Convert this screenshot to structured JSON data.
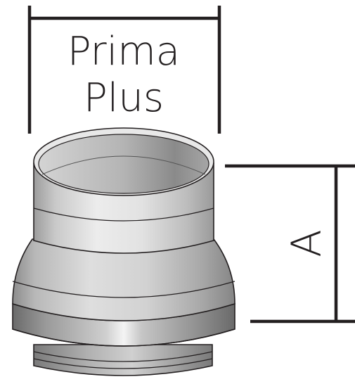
{
  "diagram": {
    "brand_line_1": "Prima",
    "brand_line_2": "Plus",
    "dimension_label": "A",
    "colors": {
      "ink": "#231f20",
      "metal_light": "#e6e6e6",
      "metal_mid": "#bfbfbf",
      "metal_dark": "#8f8f8f",
      "metal_shadow": "#6e6e6e"
    }
  }
}
